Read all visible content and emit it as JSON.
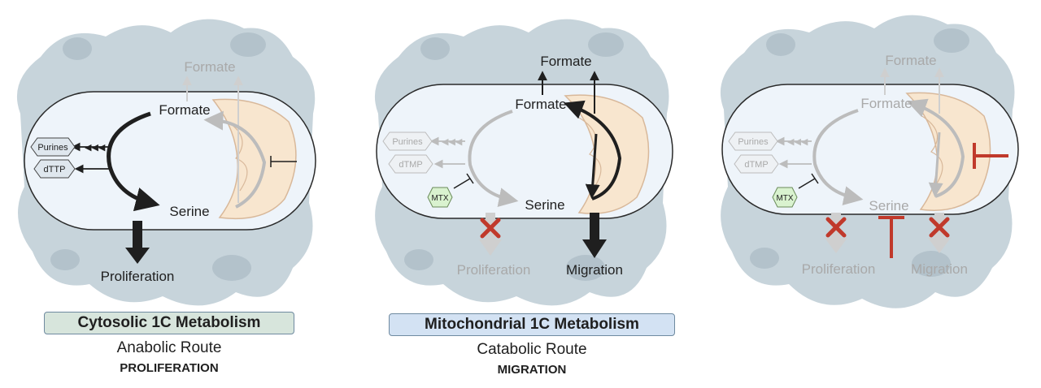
{
  "panels": [
    {
      "formate_top": "Formate",
      "formate": "Formate",
      "purines": "Purines",
      "nucleotide": "dTTP",
      "serine": "Serine",
      "proliferation": "Proliferation",
      "title": "Cytosolic 1C Metabolism",
      "route": "Anabolic Route",
      "outcome": "PROLIFERATION"
    },
    {
      "formate_top": "Formate",
      "formate": "Formate",
      "purines": "Purines",
      "nucleotide": "dTMP",
      "mtx": "MTX",
      "serine": "Serine",
      "proliferation": "Proliferation",
      "migration": "Migration",
      "title": "Mitochondrial 1C Metabolism",
      "route": "Catabolic Route",
      "outcome": "MIGRATION"
    },
    {
      "formate_top": "Formate",
      "formate": "Formate",
      "purines": "Purines",
      "nucleotide": "dTMP",
      "mtx": "MTX",
      "serine": "Serine",
      "proliferation": "Proliferation",
      "migration": "Migration"
    }
  ],
  "colors": {
    "cell_cluster": "#c7d4db",
    "cell_nucleus": "#b3c2cb",
    "cytoplasm": "#eef4fa",
    "mitochondrion": "#f8e6cf",
    "cytosolic_title_bg": "#d7e5dc",
    "mitochondrial_title_bg": "#d3e2f3",
    "active_arrow": "#1f1f1f",
    "faded_arrow": "#bcbcbc",
    "inhibition": "#c0392b",
    "mtx_hexagon": "#d9f2cf"
  }
}
